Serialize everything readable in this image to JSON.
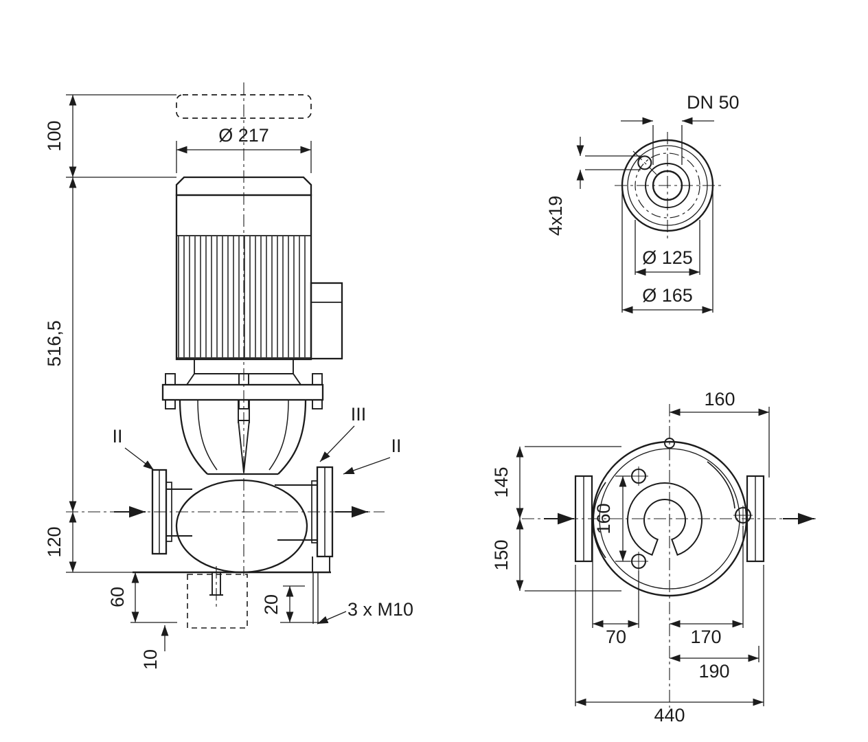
{
  "drawing": {
    "background": "#ffffff",
    "line_color": "#1c1c1c"
  },
  "side_view": {
    "height_top": "100",
    "motor_diameter": "Ø 217",
    "height_total": "516,5",
    "height_base": "120",
    "dim_60": "60",
    "dim_10": "10",
    "dim_20": "20",
    "anchor_bolts": "3 x M10",
    "section_left": "II",
    "section_mid": "III",
    "section_right": "II"
  },
  "flange_view": {
    "nominal": "DN 50",
    "bolt_holes": "4x19",
    "bolt_circle": "Ø 125",
    "outer_diameter": "Ø 165"
  },
  "plan_view": {
    "dim_160_top": "160",
    "dim_145": "145",
    "dim_150": "150",
    "dim_160_ports": "160",
    "dim_70": "70",
    "dim_170": "170",
    "dim_190": "190",
    "dim_440": "440"
  }
}
